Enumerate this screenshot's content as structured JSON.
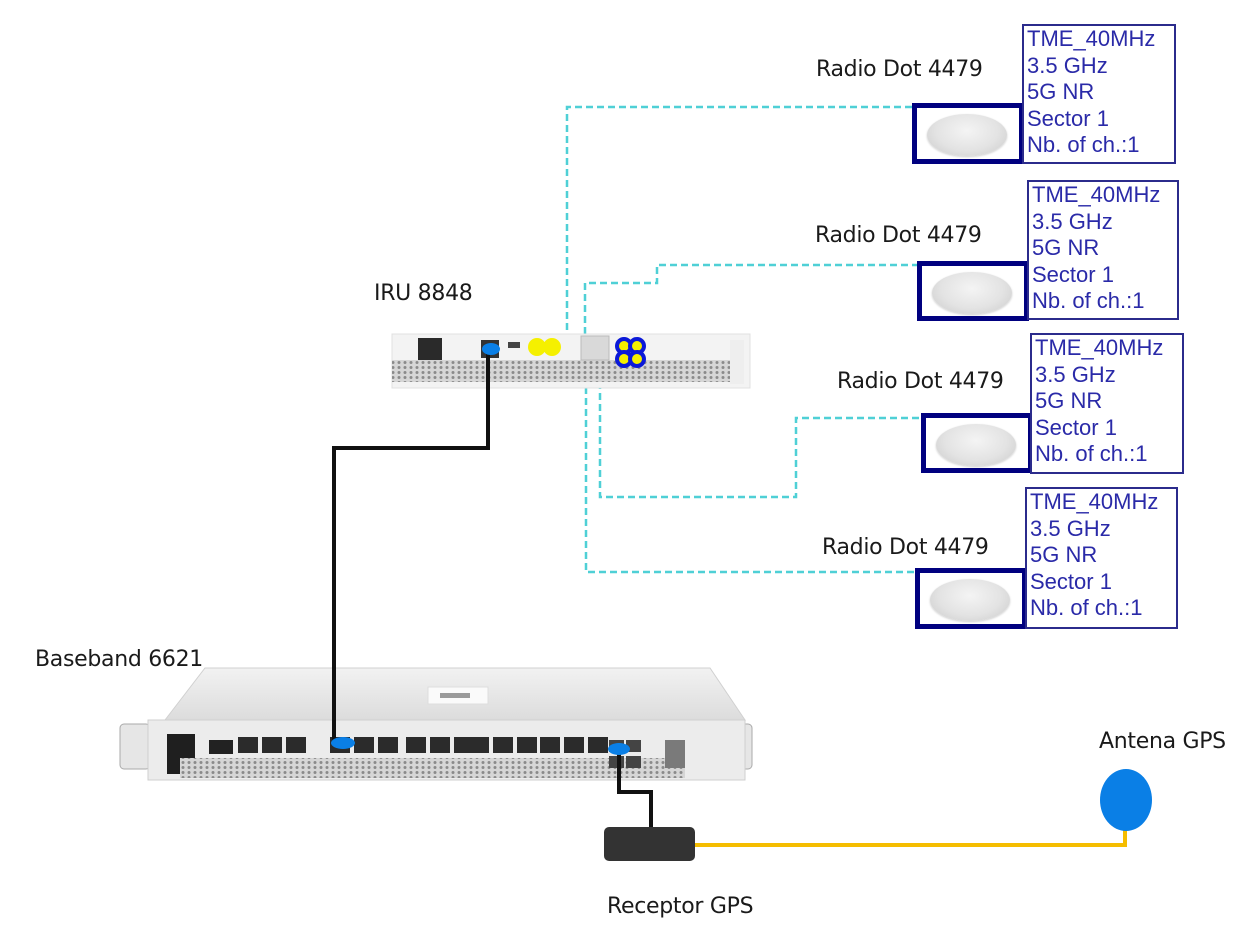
{
  "labels": {
    "iru": "IRU 8848",
    "baseband": "Baseband 6621",
    "antenna": "Antena GPS",
    "receiver": "Receptor GPS"
  },
  "radio_dots": [
    {
      "label": "Radio Dot 4479",
      "info": [
        "TME_40MHz",
        "3.5 GHz",
        "5G NR",
        "Sector 1",
        "Nb. of ch.:1"
      ]
    },
    {
      "label": "Radio Dot 4479",
      "info": [
        "TME_40MHz",
        "3.5 GHz",
        "5G NR",
        "Sector 1",
        "Nb. of ch.:1"
      ]
    },
    {
      "label": "Radio Dot 4479",
      "info": [
        "TME_40MHz",
        "3.5 GHz",
        "5G NR",
        "Sector 1",
        "Nb. of ch.:1"
      ]
    },
    {
      "label": "Radio Dot 4479",
      "info": [
        "TME_40MHz",
        "3.5 GHz",
        "5G NR",
        "Sector 1",
        "Nb. of ch.:1"
      ]
    }
  ],
  "colors": {
    "fiber_dashed": "#4fd0d6",
    "cpri_cable": "#111111",
    "gps_cable": "#f5bd00",
    "port_marker": "#0a7fe6",
    "info_border": "#00007f",
    "info_text": "#2a2aa8"
  }
}
